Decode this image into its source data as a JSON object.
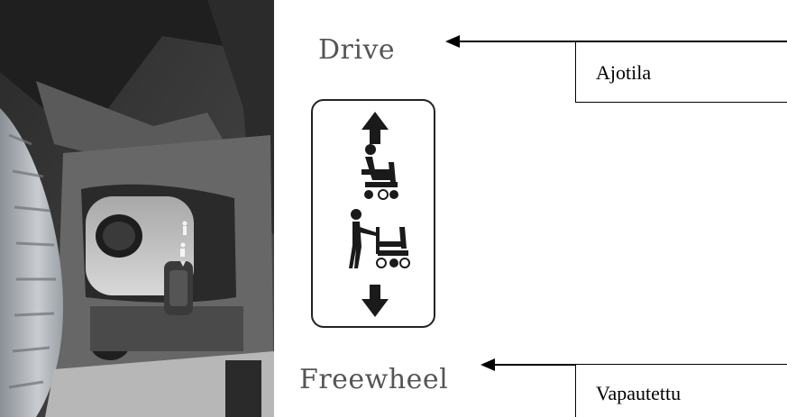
{
  "labels": {
    "drive": "Drive",
    "freewheel": "Freewheel"
  },
  "callouts": {
    "drive": "Ajotila",
    "freewheel": "Vapautettu"
  },
  "icons": {
    "up_arrow": "arrow-up-icon",
    "powered_wheelchair": "powered-wheelchair-icon",
    "pushed_wheelchair": "attendant-push-wheelchair-icon",
    "down_arrow": "arrow-down-icon"
  }
}
